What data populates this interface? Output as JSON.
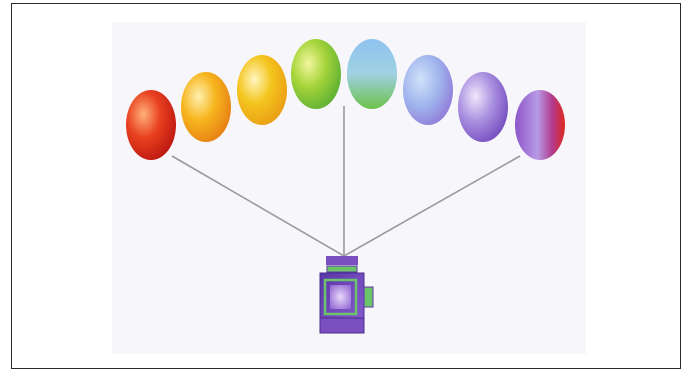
{
  "diagram": {
    "colors": {
      "red": "#e0281c",
      "orange": "#f5a51a",
      "yellow": "#f3c21f",
      "green": "#8cc83a",
      "blue": "#7ab8e6",
      "lavender": "#9a96e0",
      "violet": "#8a5cc6",
      "purple_red": "#a0338f",
      "camera": "#7b4fc0",
      "camera_accent": "#6cc46a",
      "lines": "#9a9a9a"
    },
    "bulbs": [
      {
        "name": "bulb-red",
        "icon": "red-lens"
      },
      {
        "name": "bulb-orange",
        "icon": "orange-lens"
      },
      {
        "name": "bulb-yellow",
        "icon": "yellow-lens"
      },
      {
        "name": "bulb-green",
        "icon": "green-lens"
      },
      {
        "name": "bulb-blue-green",
        "icon": "blue-green-lens"
      },
      {
        "name": "bulb-lavender",
        "icon": "lavender-lens"
      },
      {
        "name": "bulb-violet",
        "icon": "violet-lens"
      },
      {
        "name": "bulb-purple-red",
        "icon": "purple-red-lens"
      }
    ],
    "camera_icon": "camera-icon"
  }
}
